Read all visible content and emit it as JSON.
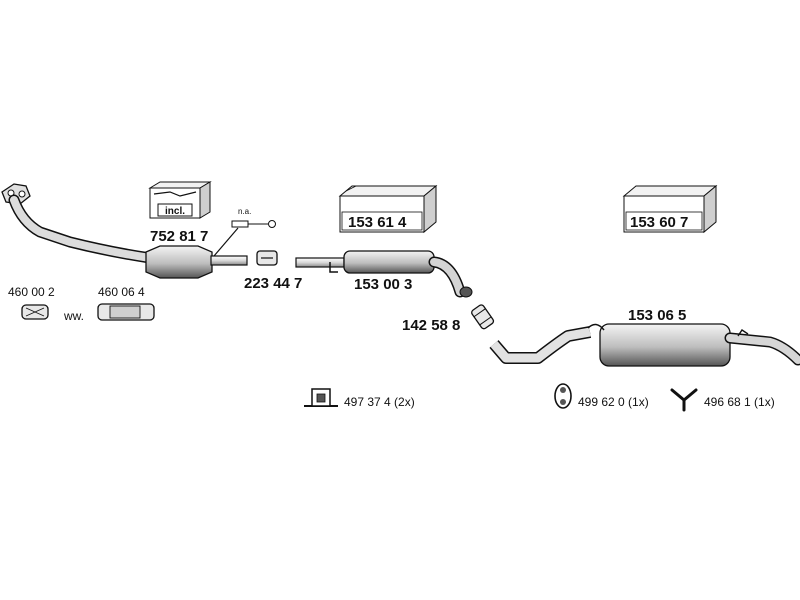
{
  "parts": {
    "main_label": "752 81 7",
    "incl_label": "incl.",
    "na_label": "n.a.",
    "clamp_label": "223 44 7",
    "box1_label": "153 61 4",
    "front_silencer_label": "153 00 3",
    "box2_label": "153 60 7",
    "rear_silencer_label": "153 06 5",
    "connector_label": "142 58 8",
    "gasket1_label": "460 00 2",
    "gasket2_label": "460 06 4",
    "ww_label": "ww.",
    "hanger_label": "497 37 4 (2x)",
    "rubber_label": "499 62 0 (1x)",
    "bracket_label": "496 68 1 (1x)"
  },
  "colors": {
    "outline": "#111111",
    "fill_light": "#f2f2f2",
    "fill_mid": "#cfcfcf",
    "fill_dark": "#555555"
  }
}
